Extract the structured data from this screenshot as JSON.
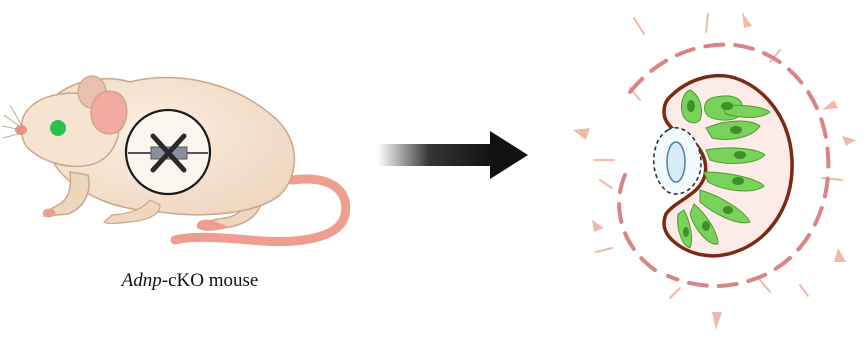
{
  "caption": {
    "gene": "Adnp",
    "suffix": "-cKO mouse"
  },
  "icons": {
    "mouse": "mouse-illustration",
    "knockout": "gene-knockout-x-icon",
    "arrow": "right-arrow",
    "eye": "optic-cup-retina-illustration"
  },
  "colors": {
    "mouse_body": "#f4e2d0",
    "mouse_skin": "#f0a89a",
    "eye_green": "#27c24a",
    "arrow_dark": "#111111",
    "dashes": "#d98585",
    "rays": "#f2b8a8",
    "cup_outline": "#7a2a12",
    "cup_fill": "#fcebe6",
    "cells": "#79d35a",
    "lens": "#d7ecf5"
  }
}
